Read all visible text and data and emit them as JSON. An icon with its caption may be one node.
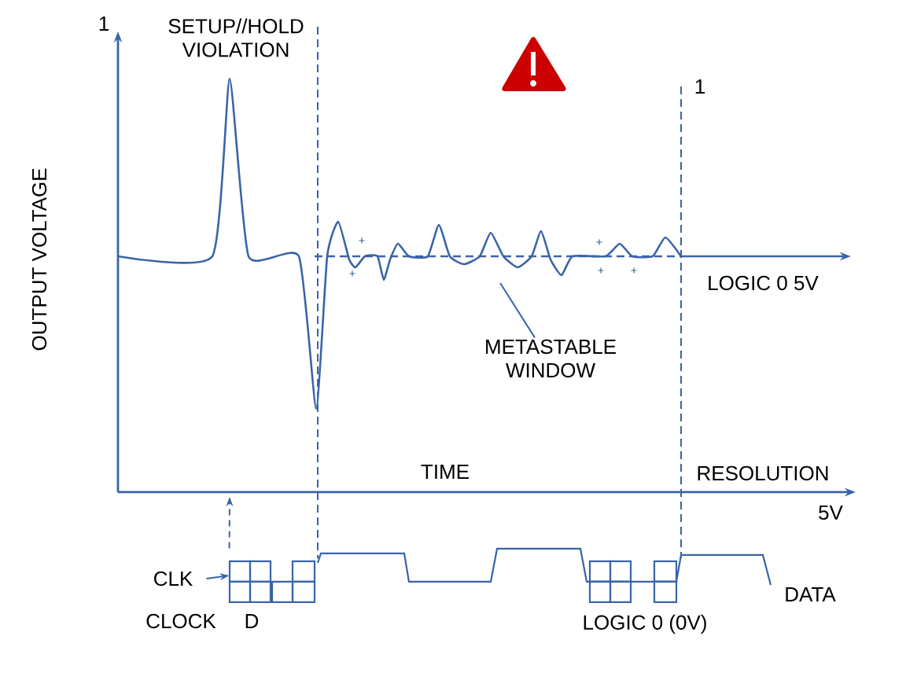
{
  "diagram": {
    "nodes": [
      {
        "text": [
          "CLK"
        ]
      },
      {
        "text": [
          "METASTABLE WINDOW"
        ]
      },
      {
        "text": [],
        "shape": "box"
      }
    ],
    "edges": [
      {
        "from": 0,
        "to": 2,
        "arrow": "to"
      },
      {
        "from": 1,
        "to": null,
        "arrow": "none"
      },
      {
        "from": 2,
        "to": null,
        "arrow": "to",
        "style": "dashed"
      }
    ],
    "labels": [
      "1",
      "SETUP//HOLD VIOLATION",
      "1",
      "OUTPUT VOLTAGE",
      "LOGIC 0 5V",
      "TIME",
      "RESOLUTION",
      "5V",
      "CLOCK",
      "D",
      "LOGIC 0 (0V)",
      "DATA"
    ]
  }
}
